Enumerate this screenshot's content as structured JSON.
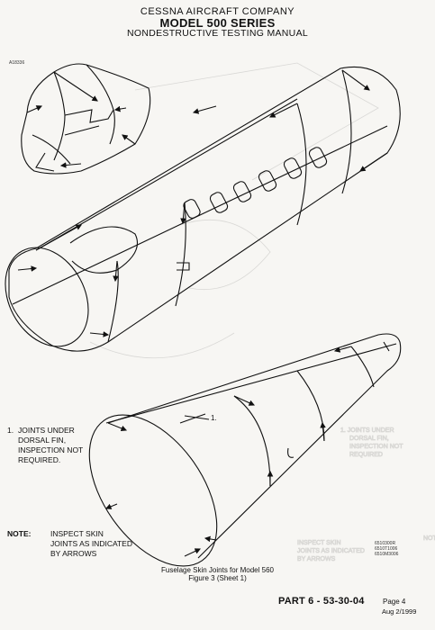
{
  "header": {
    "company": "CESSNA AIRCRAFT COMPANY",
    "model": "MODEL 500 SERIES",
    "manual": "NONDESTRUCTIVE TESTING MANUAL"
  },
  "figure_code": "A18336",
  "callout_label": "1.",
  "note_1": {
    "number": "1.",
    "lines": [
      "JOINTS UNDER",
      "DORSAL FIN,",
      "INSPECTION NOT",
      "REQUIRED."
    ]
  },
  "note": {
    "label": "NOTE:",
    "lines": [
      "INSPECT SKIN",
      "JOINTS AS INDICATED",
      "BY ARROWS"
    ]
  },
  "reference_codes": [
    "6510300R",
    "6510T1006",
    "6510M3006"
  ],
  "caption": {
    "title": "Fuselage Skin Joints for Model 560",
    "figure": "Figure 3 (Sheet 1)"
  },
  "footer": {
    "part": "PART 6 - 53-30-04",
    "page": "Page 4",
    "date": "Aug 2/1999"
  }
}
